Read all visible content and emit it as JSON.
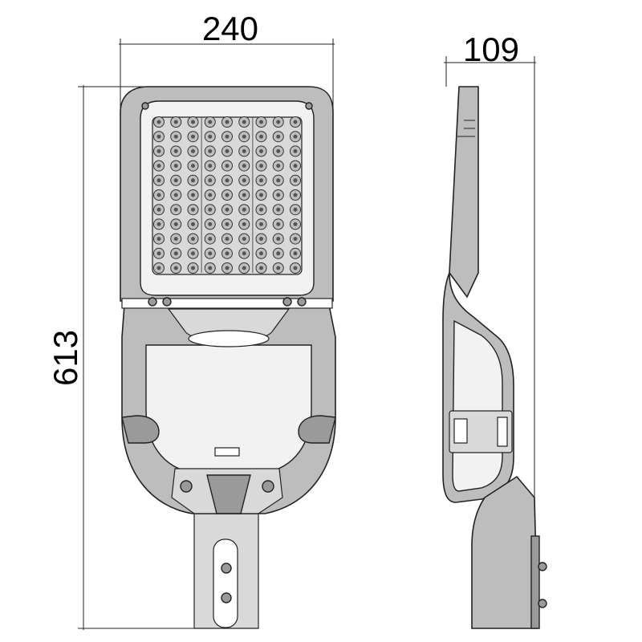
{
  "dimensions": {
    "width": "240",
    "depth": "109",
    "height": "613"
  },
  "led_grid": {
    "rows": 11,
    "cols": 9
  }
}
